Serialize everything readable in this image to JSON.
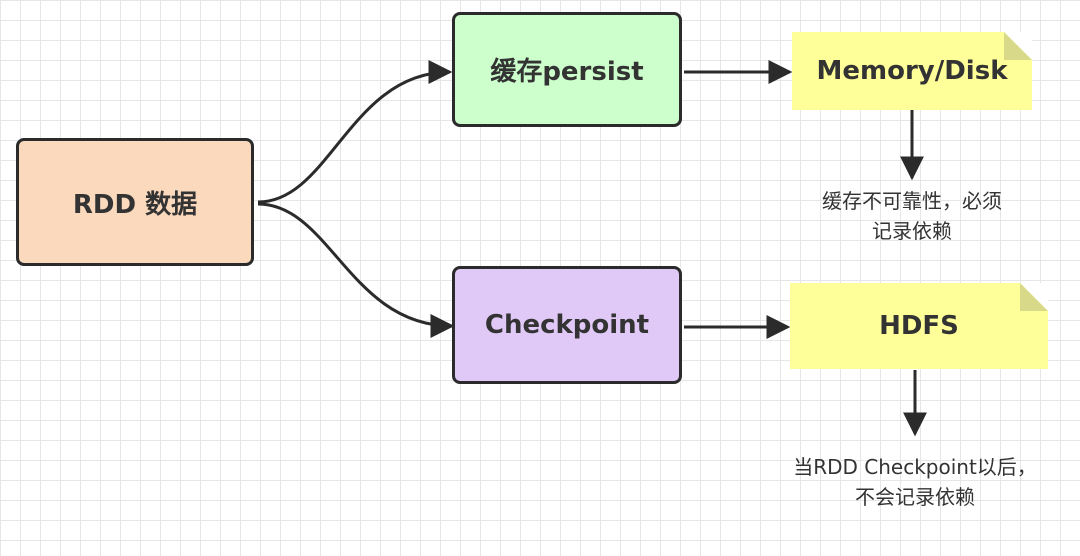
{
  "nodes": {
    "rdd": {
      "label": "RDD 数据",
      "fill": "#fad9bd"
    },
    "persist": {
      "label": "缓存persist",
      "fill": "#ccffcc"
    },
    "checkpoint": {
      "label": "Checkpoint",
      "fill": "#e0c9f7"
    },
    "memory_disk": {
      "label": "Memory/Disk",
      "fill": "#ffff99"
    },
    "hdfs": {
      "label": "HDFS",
      "fill": "#ffff99"
    }
  },
  "captions": {
    "persist_note": {
      "line1": "缓存不可靠性，必须",
      "line2": "记录依赖"
    },
    "checkpoint_note": {
      "line1": "当RDD Checkpoint以后，",
      "line2": "不会记录依赖"
    }
  },
  "colors": {
    "edge": "#2b2b2b",
    "text": "#333333",
    "grid": "#e6e6e6"
  }
}
